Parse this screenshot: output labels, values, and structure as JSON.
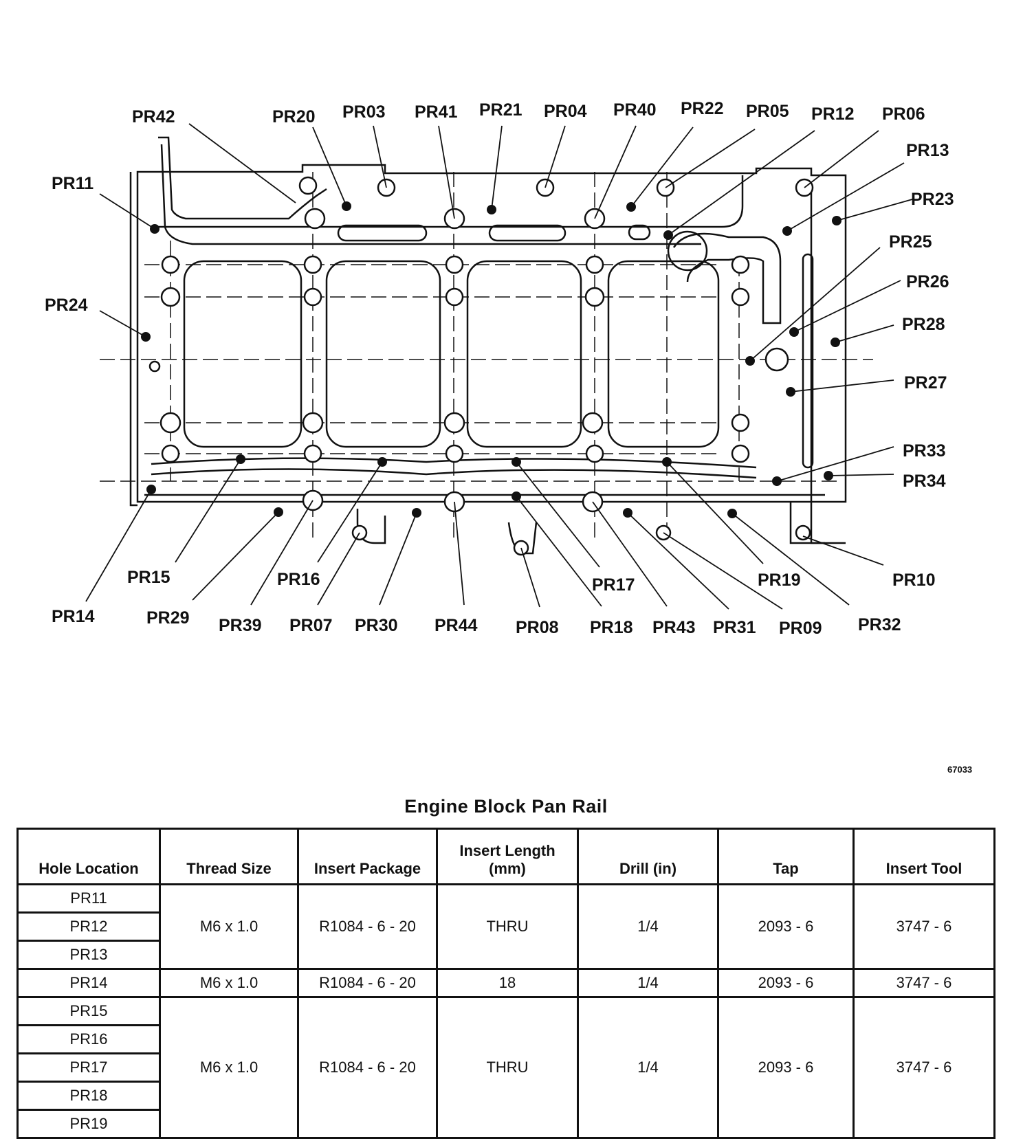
{
  "diagram": {
    "figure_code": "67033",
    "callouts": {
      "PR42": "PR42",
      "PR20": "PR20",
      "PR03": "PR03",
      "PR41": "PR41",
      "PR21": "PR21",
      "PR04": "PR04",
      "PR40": "PR40",
      "PR22": "PR22",
      "PR05": "PR05",
      "PR12": "PR12",
      "PR06": "PR06",
      "PR13": "PR13",
      "PR23": "PR23",
      "PR25": "PR25",
      "PR26": "PR26",
      "PR28": "PR28",
      "PR27": "PR27",
      "PR33": "PR33",
      "PR34": "PR34",
      "PR10": "PR10",
      "PR11": "PR11",
      "PR24": "PR24",
      "PR14": "PR14",
      "PR15": "PR15",
      "PR29": "PR29",
      "PR39": "PR39",
      "PR16": "PR16",
      "PR07": "PR07",
      "PR30": "PR30",
      "PR44": "PR44",
      "PR08": "PR08",
      "PR17": "PR17",
      "PR18": "PR18",
      "PR43": "PR43",
      "PR31": "PR31",
      "PR09": "PR09",
      "PR19": "PR19",
      "PR32": "PR32"
    }
  },
  "table": {
    "title": "Engine Block Pan Rail",
    "headers": {
      "hole_location": "Hole Location",
      "thread_size": "Thread Size",
      "insert_package": "Insert Package",
      "insert_length_line1": "Insert Length",
      "insert_length_line2": "(mm)",
      "drill": "Drill (in)",
      "tap": "Tap",
      "insert_tool": "Insert Tool"
    },
    "groups": [
      {
        "holes": [
          "PR11",
          "PR12",
          "PR13"
        ],
        "thread_size": "M6 x 1.0",
        "insert_package": "R1084 - 6 - 20",
        "insert_length": "THRU",
        "drill": "1/4",
        "tap": "2093 - 6",
        "insert_tool": "3747 - 6"
      },
      {
        "holes": [
          "PR14"
        ],
        "thread_size": "M6 x 1.0",
        "insert_package": "R1084 - 6 - 20",
        "insert_length": "18",
        "drill": "1/4",
        "tap": "2093 - 6",
        "insert_tool": "3747 - 6"
      },
      {
        "holes": [
          "PR15",
          "PR16",
          "PR17",
          "PR18",
          "PR19"
        ],
        "thread_size": "M6 x 1.0",
        "insert_package": "R1084 - 6 - 20",
        "insert_length": "THRU",
        "drill": "1/4",
        "tap": "2093 - 6",
        "insert_tool": "3747 - 6"
      }
    ]
  }
}
